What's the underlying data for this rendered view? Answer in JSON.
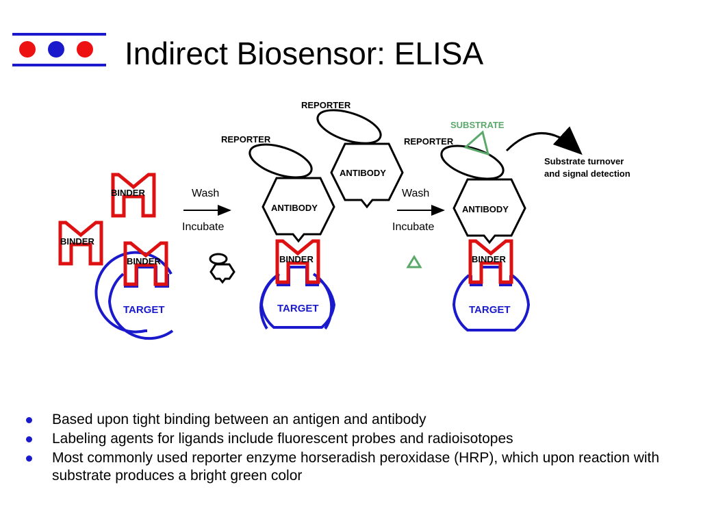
{
  "title": "Indirect Biosensor: ELISA",
  "colors": {
    "target_blue": "#1a1acc",
    "binder_red": "#dd1111",
    "substrate_green": "#5aa86a",
    "logo_red": "#ee1111",
    "logo_blue": "#1a1acc"
  },
  "diagram": {
    "binder_label": "BINDER",
    "target_label": "TARGET",
    "antibody_label": "ANTIBODY",
    "reporter_label": "REPORTER",
    "substrate_label": "SUBSTRATE",
    "step1": {
      "top": "Wash",
      "bottom": "Incubate"
    },
    "step2": {
      "top": "Wash",
      "bottom": "Incubate"
    },
    "note_line1": "Substrate turnover",
    "note_line2": "and signal detection"
  },
  "bullets": [
    "Based upon tight binding between an antigen and antibody",
    "Labeling agents for ligands include fluorescent probes and radioisotopes",
    "Most commonly used reporter enzyme horseradish peroxidase (HRP), which upon reaction with substrate produces a bright green color"
  ]
}
